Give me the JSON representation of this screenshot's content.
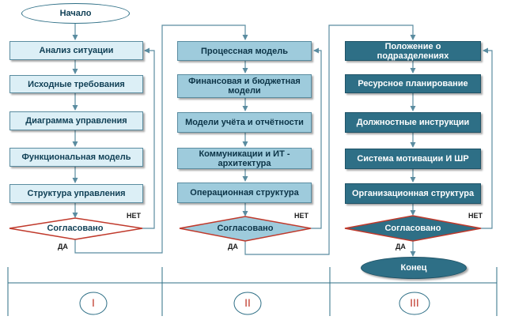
{
  "start": "Начало",
  "end": "Конец",
  "yes": "ДА",
  "no": "НЕТ",
  "decision": "Согласовано",
  "col1": [
    "Анализ ситуации",
    "Исходные требования",
    "Диаграмма управления",
    "Функциональная модель",
    "Структура управления"
  ],
  "col2": [
    "Процессная модель",
    "Финансовая и бюджетная модели",
    "Модели учёта и отчётности",
    "Коммуникации и ИТ - архитектура",
    "Операционная структура"
  ],
  "col3": [
    "Положение о подразделениях",
    "Ресурсное планирование",
    "Должностные инструкции",
    "Система мотивации И ШР",
    "Организационная структура"
  ],
  "phases": [
    "I",
    "II",
    "III"
  ],
  "colors": {
    "light": "#dceff6",
    "mid": "#9ecbdc",
    "dark": "#2e6f86",
    "line": "#5a8ca0",
    "roman": "#c0392b"
  }
}
